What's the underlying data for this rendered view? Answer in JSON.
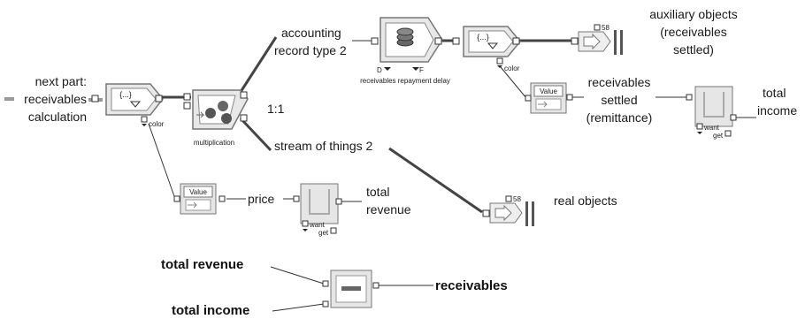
{
  "labels": {
    "next_part_1": "next part:",
    "next_part_2": "receivables",
    "next_part_3": "calculation",
    "accounting_1": "accounting",
    "accounting_2": "record type 2",
    "ratio": "1:1",
    "stream": "stream of things 2",
    "multiplication": "multiplication",
    "repayment_delay": "receivables repayment delay",
    "aux_1": "auxiliary objects",
    "aux_2": "(receivables",
    "aux_3": "settled)",
    "settled_1": "receivables",
    "settled_2": "settled",
    "settled_3": "(remittance)",
    "total_income_1": "total",
    "total_income_2": "income",
    "price": "price",
    "total_revenue_1": "total",
    "total_revenue_2": "revenue",
    "real_objects": "real objects",
    "bottom_total_revenue": "total revenue",
    "bottom_total_income": "total income",
    "bottom_receivables": "receivables"
  },
  "block_text": {
    "equation": "{...}",
    "color": "color",
    "value": "Value",
    "want": "want",
    "get": "get",
    "count": "58",
    "delay_d": "D",
    "delay_f": "F"
  }
}
